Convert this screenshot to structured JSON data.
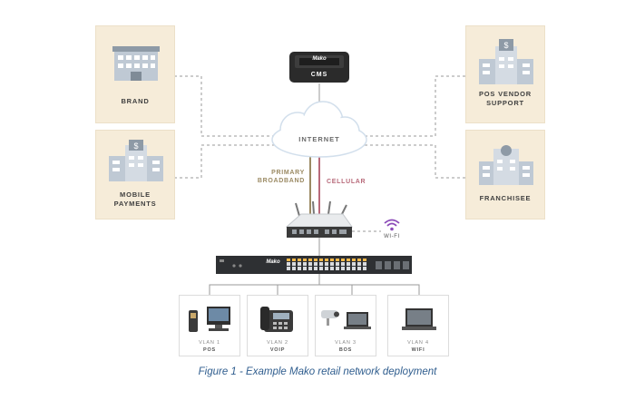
{
  "nodes": {
    "brand": "BRAND",
    "pos_vendor_support": "POS VENDOR\nSUPPORT",
    "mobile_payments": "MOBILE\nPAYMENTS",
    "franchisee": "FRANCHISEE",
    "internet": "INTERNET",
    "cms": "CMS",
    "wifi": "WI-FI"
  },
  "links": {
    "primary_broadband": "PRIMARY\nBROADBAND",
    "cellular": "CELLULAR"
  },
  "logo": "Mako",
  "vlans": [
    {
      "vlan": "VLAN 1",
      "label": "POS"
    },
    {
      "vlan": "VLAN 2",
      "label": "VOIP"
    },
    {
      "vlan": "VLAN 3",
      "label": "BOS"
    },
    {
      "vlan": "VLAN 4",
      "label": "WIFI"
    }
  ],
  "caption": "Figure 1 - Example Mako retail network deployment",
  "colors": {
    "box_fill": "#f6ecd9",
    "broadband_line": "#9b8a63",
    "cellular_line": "#b86a7a",
    "wifi": "#8b4bb8",
    "caption": "#2f5d8e"
  }
}
